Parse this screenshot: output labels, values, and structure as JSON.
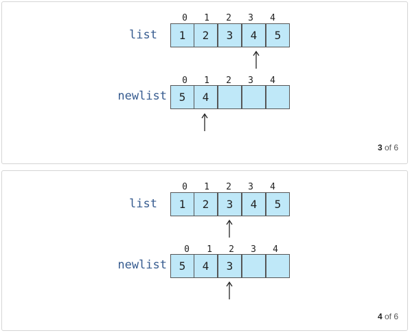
{
  "steps": [
    {
      "list": {
        "label": "list",
        "indices": [
          "0",
          "1",
          "2",
          "3",
          "4"
        ],
        "values": [
          "1",
          "2",
          "3",
          "4",
          "5"
        ],
        "pointer_index": 3
      },
      "newlist": {
        "label": "newlist",
        "indices": [
          "0",
          "1",
          "2",
          "3",
          "4"
        ],
        "values": [
          "5",
          "4",
          "",
          "",
          ""
        ],
        "pointer_index": 1
      },
      "counter": {
        "current": "3",
        "of_text": "of 6"
      }
    },
    {
      "list": {
        "label": "list",
        "indices": [
          "0",
          "1",
          "2",
          "3",
          "4"
        ],
        "values": [
          "1",
          "2",
          "3",
          "4",
          "5"
        ],
        "pointer_index": 2
      },
      "newlist": {
        "label": "newlist",
        "indices": [
          "0",
          "1",
          "2",
          "3",
          "4"
        ],
        "values": [
          "5",
          "4",
          "3",
          "",
          ""
        ],
        "pointer_index": 2
      },
      "counter": {
        "current": "4",
        "of_text": "of 6"
      }
    }
  ],
  "colors": {
    "cell_fill": "#bfe8f8",
    "cell_border": "#555555",
    "label_color": "#365b8f"
  },
  "icons": {
    "pointer": "up-arrow-icon"
  }
}
